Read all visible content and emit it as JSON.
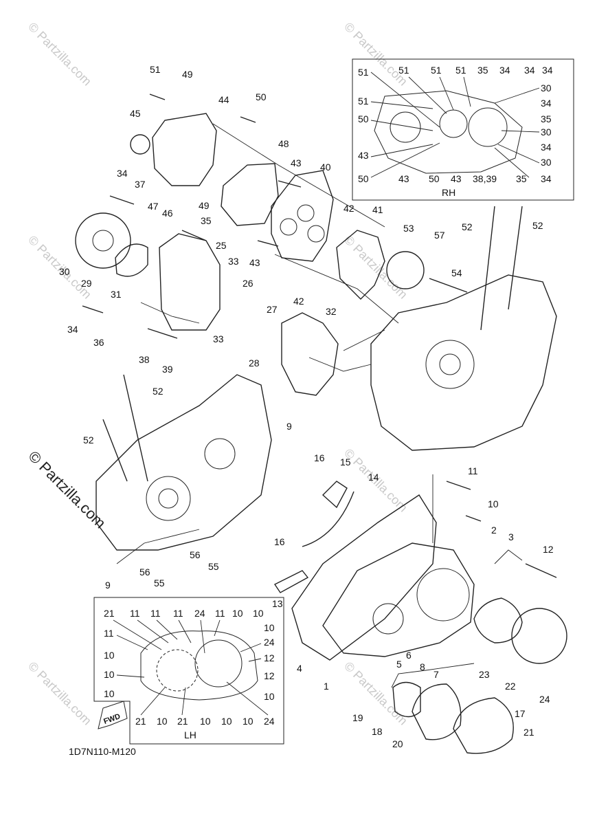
{
  "diagram_code": "1D7N110-M120",
  "watermark": "© Partzilla.com",
  "inset_rh": {
    "title": "RH"
  },
  "inset_lh": {
    "title": "LH"
  },
  "fwd_tag": "FWD",
  "callouts": [
    {
      "id": "c51a",
      "text": "51"
    },
    {
      "id": "c49a",
      "text": "49"
    },
    {
      "id": "c45",
      "text": "45"
    },
    {
      "id": "c44",
      "text": "44"
    },
    {
      "id": "c50a",
      "text": "50"
    },
    {
      "id": "c48",
      "text": "48"
    },
    {
      "id": "c43a",
      "text": "43"
    },
    {
      "id": "c40",
      "text": "40"
    },
    {
      "id": "c34a",
      "text": "34"
    },
    {
      "id": "c37",
      "text": "37"
    },
    {
      "id": "c47",
      "text": "47"
    },
    {
      "id": "c46",
      "text": "46"
    },
    {
      "id": "c49b",
      "text": "49"
    },
    {
      "id": "c42a",
      "text": "42"
    },
    {
      "id": "c41",
      "text": "41"
    },
    {
      "id": "c35a",
      "text": "35"
    },
    {
      "id": "c53",
      "text": "53"
    },
    {
      "id": "c57",
      "text": "57"
    },
    {
      "id": "c52a",
      "text": "52"
    },
    {
      "id": "c52b",
      "text": "52"
    },
    {
      "id": "c25",
      "text": "25"
    },
    {
      "id": "c30a",
      "text": "30"
    },
    {
      "id": "c43b",
      "text": "43"
    },
    {
      "id": "c33a",
      "text": "33"
    },
    {
      "id": "c29",
      "text": "29"
    },
    {
      "id": "c31",
      "text": "31"
    },
    {
      "id": "c26",
      "text": "26"
    },
    {
      "id": "c42b",
      "text": "42"
    },
    {
      "id": "c54",
      "text": "54"
    },
    {
      "id": "c27",
      "text": "27"
    },
    {
      "id": "c34b",
      "text": "34"
    },
    {
      "id": "c32",
      "text": "32"
    },
    {
      "id": "c36",
      "text": "36"
    },
    {
      "id": "c33b",
      "text": "33"
    },
    {
      "id": "c38",
      "text": "38"
    },
    {
      "id": "c28",
      "text": "28"
    },
    {
      "id": "c39",
      "text": "39"
    },
    {
      "id": "c52c",
      "text": "52"
    },
    {
      "id": "c9a",
      "text": "9"
    },
    {
      "id": "c52d",
      "text": "52"
    },
    {
      "id": "c16a",
      "text": "16"
    },
    {
      "id": "c15",
      "text": "15"
    },
    {
      "id": "c11a",
      "text": "11"
    },
    {
      "id": "c14",
      "text": "14"
    },
    {
      "id": "c10a",
      "text": "10"
    },
    {
      "id": "c2",
      "text": "2"
    },
    {
      "id": "c3",
      "text": "3"
    },
    {
      "id": "c56a",
      "text": "56"
    },
    {
      "id": "c55a",
      "text": "55"
    },
    {
      "id": "c12a",
      "text": "12"
    },
    {
      "id": "c16b",
      "text": "16"
    },
    {
      "id": "c56b",
      "text": "56"
    },
    {
      "id": "c55b",
      "text": "55"
    },
    {
      "id": "c9b",
      "text": "9"
    },
    {
      "id": "c13",
      "text": "13"
    },
    {
      "id": "c4",
      "text": "4"
    },
    {
      "id": "c6",
      "text": "6"
    },
    {
      "id": "c5",
      "text": "5"
    },
    {
      "id": "c8",
      "text": "8"
    },
    {
      "id": "c7",
      "text": "7"
    },
    {
      "id": "c23",
      "text": "23"
    },
    {
      "id": "c22",
      "text": "22"
    },
    {
      "id": "c24a",
      "text": "24"
    },
    {
      "id": "c1",
      "text": "1"
    },
    {
      "id": "c19",
      "text": "19"
    },
    {
      "id": "c18",
      "text": "18"
    },
    {
      "id": "c17",
      "text": "17"
    },
    {
      "id": "c20",
      "text": "20"
    },
    {
      "id": "c21a",
      "text": "21"
    }
  ],
  "rh_callouts": [
    {
      "id": "r1",
      "text": "51"
    },
    {
      "id": "r2",
      "text": "51"
    },
    {
      "id": "r3",
      "text": "51"
    },
    {
      "id": "r4",
      "text": "51"
    },
    {
      "id": "r5",
      "text": "35"
    },
    {
      "id": "r6",
      "text": "34"
    },
    {
      "id": "r7",
      "text": "34"
    },
    {
      "id": "r8",
      "text": "34"
    },
    {
      "id": "r9",
      "text": "30"
    },
    {
      "id": "r10",
      "text": "51"
    },
    {
      "id": "r11",
      "text": "34"
    },
    {
      "id": "r12",
      "text": "50"
    },
    {
      "id": "r13",
      "text": "35"
    },
    {
      "id": "r14",
      "text": "30"
    },
    {
      "id": "r15",
      "text": "34"
    },
    {
      "id": "r16",
      "text": "43"
    },
    {
      "id": "r17",
      "text": "30"
    },
    {
      "id": "r18",
      "text": "50"
    },
    {
      "id": "r19",
      "text": "43"
    },
    {
      "id": "r20",
      "text": "50"
    },
    {
      "id": "r21",
      "text": "43"
    },
    {
      "id": "r22",
      "text": "38,39"
    },
    {
      "id": "r23",
      "text": "35"
    },
    {
      "id": "r24",
      "text": "34"
    }
  ],
  "lh_callouts": [
    {
      "id": "l1",
      "text": "21"
    },
    {
      "id": "l2",
      "text": "11"
    },
    {
      "id": "l3",
      "text": "11"
    },
    {
      "id": "l4",
      "text": "11"
    },
    {
      "id": "l5",
      "text": "24"
    },
    {
      "id": "l6",
      "text": "11"
    },
    {
      "id": "l7",
      "text": "10"
    },
    {
      "id": "l8",
      "text": "10"
    },
    {
      "id": "l9",
      "text": "11"
    },
    {
      "id": "l10",
      "text": "10"
    },
    {
      "id": "l11",
      "text": "24"
    },
    {
      "id": "l12",
      "text": "10"
    },
    {
      "id": "l13",
      "text": "12"
    },
    {
      "id": "l14",
      "text": "10"
    },
    {
      "id": "l15",
      "text": "12"
    },
    {
      "id": "l16",
      "text": "10"
    },
    {
      "id": "l17",
      "text": "10"
    },
    {
      "id": "l18",
      "text": "21"
    },
    {
      "id": "l19",
      "text": "10"
    },
    {
      "id": "l20",
      "text": "21"
    },
    {
      "id": "l21",
      "text": "10"
    },
    {
      "id": "l22",
      "text": "10"
    },
    {
      "id": "l23",
      "text": "10"
    },
    {
      "id": "l24",
      "text": "24"
    }
  ]
}
